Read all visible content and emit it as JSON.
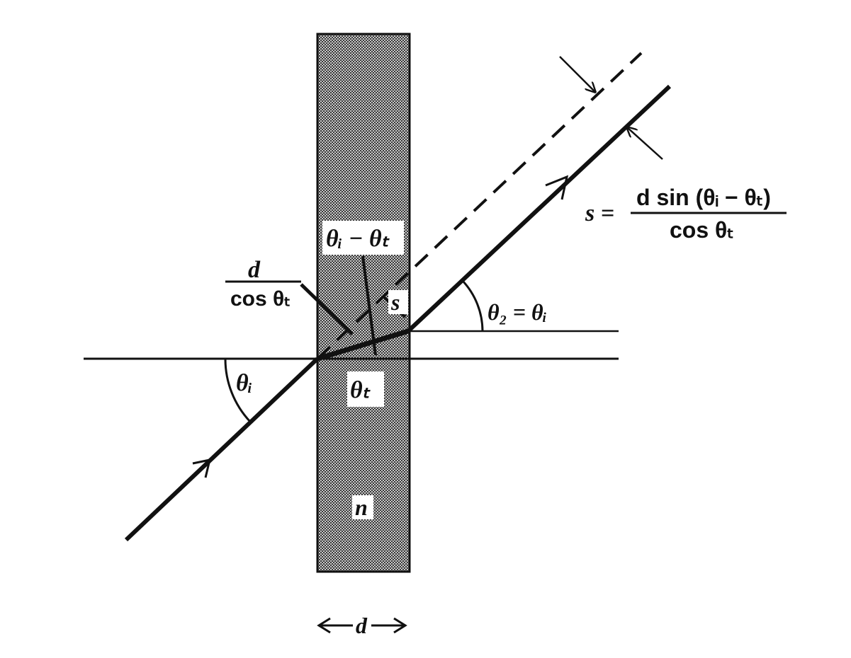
{
  "labels": {
    "angle_diff": "θᵢ − θₜ",
    "path_numerator": "d",
    "path_denominator": "cos θₜ",
    "shift": "s",
    "exit_angle": "θ₂ = θᵢ",
    "incident_angle": "θᵢ",
    "refracted_angle": "θₜ",
    "index": "n",
    "thickness": "d"
  },
  "formula": {
    "lhs": "s =",
    "numerator": "d sin (θᵢ − θₜ)",
    "denominator": "cos θₜ"
  },
  "colors": {
    "ink": "#111111",
    "slab": "#8a8a8a"
  }
}
